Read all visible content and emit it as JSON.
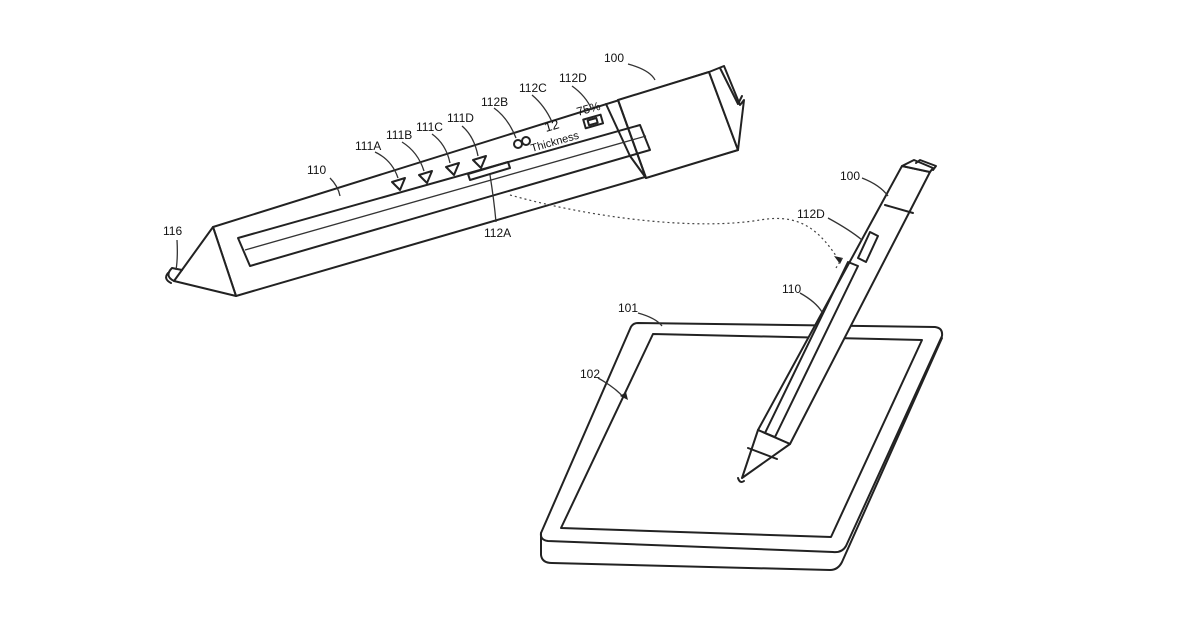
{
  "labels": {
    "pen_main": "100",
    "pen_body": "110",
    "tip": "116",
    "btn_a": "111A",
    "btn_b": "111B",
    "btn_c": "111C",
    "btn_d": "111D",
    "slot": "112A",
    "thickness_ref": "112B",
    "value_ref": "112C",
    "battery_ref": "112D",
    "pen_small": "100",
    "pen_small_body": "110",
    "battery_small_ref": "112D",
    "tablet": "101",
    "surface": "102"
  },
  "display": {
    "thickness_label": "Thickness",
    "thickness_value": "12",
    "battery_percent": "75%"
  }
}
